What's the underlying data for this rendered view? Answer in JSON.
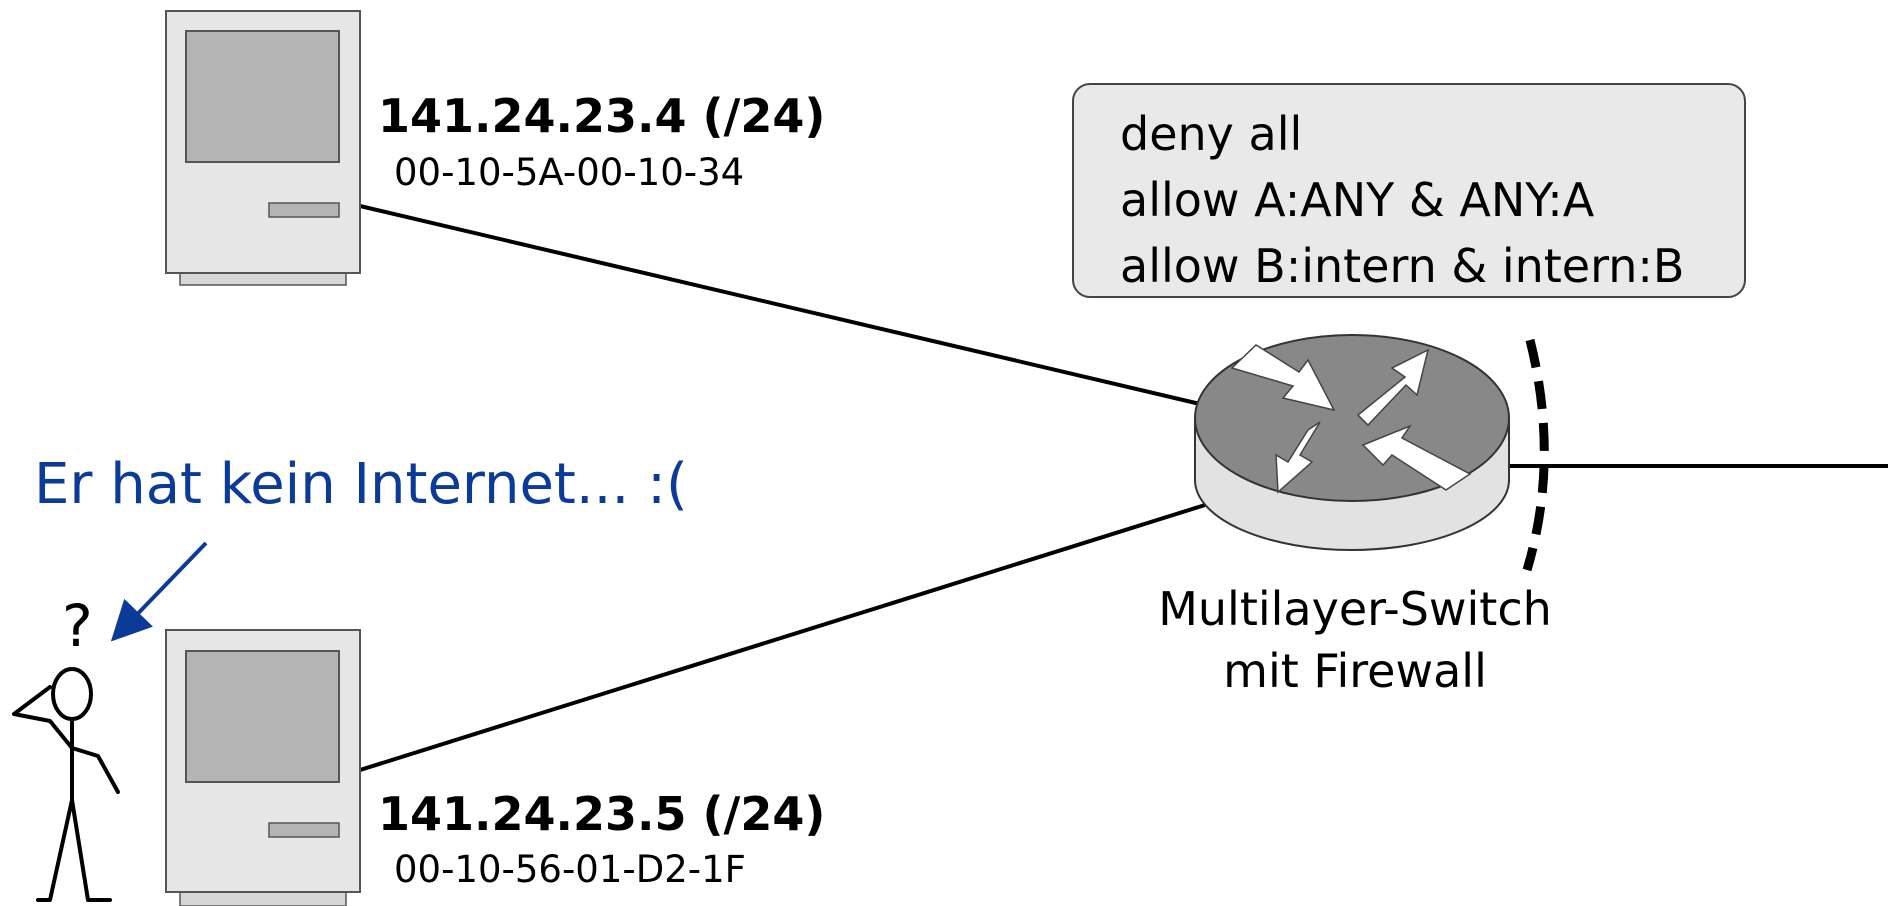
{
  "host_a": {
    "ip": "141.24.23.4 (/24)",
    "mac": "00-10-5A-00-10-34"
  },
  "host_b": {
    "ip": "141.24.23.5 (/24)",
    "mac": "00-10-56-01-D2-1F"
  },
  "firewall_rules": [
    "deny all",
    "allow A:ANY & ANY:A",
    "allow B:intern & intern:B"
  ],
  "switch": {
    "line1": "Multilayer-Switch",
    "line2": "mit Firewall"
  },
  "user": {
    "note": "Er hat kein Internet... :(",
    "question": "?"
  },
  "colors": {
    "note": "#0b3a99",
    "arrow": "#0b3a99",
    "computer_case": "#e6e6e6",
    "computer_screen": "#b4b4b4",
    "switch_top": "#888888",
    "switch_side": "#e2e2e2",
    "rule_box": "#e9e9e9"
  }
}
